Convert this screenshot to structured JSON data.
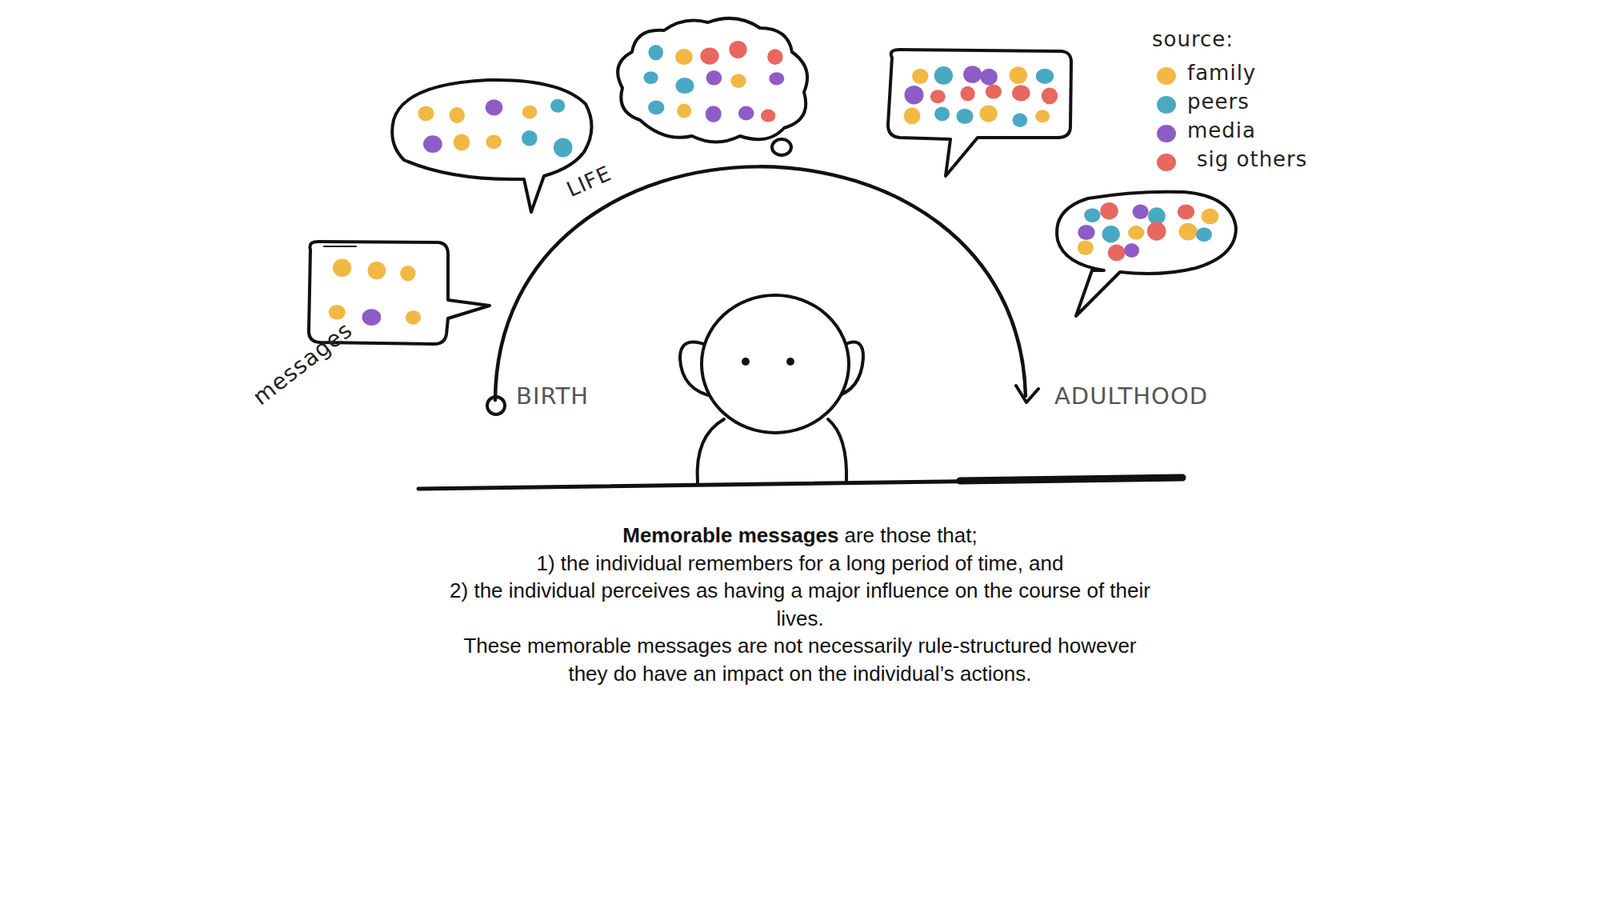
{
  "diagram": {
    "labels": [
      "LIFE",
      "messages",
      "BIRTH",
      "ADULTHOOD",
      "source:",
      "Memorable messages",
      "are those that;",
      "1) the individual remembers for a long period of time, and",
      "2) the individual perceives as having a major influence on the course of their lives.",
      "These memorable messages are not necessarily rule-structured however they do have an impact on the individual’s actions."
    ],
    "legend": [
      {
        "text": "family",
        "color": "#f2b844"
      },
      {
        "text": "peers",
        "color": "#4aa9c2"
      },
      {
        "text": "media",
        "color": "#8e5cc6"
      },
      {
        "text": "sig others",
        "color": "#e8675f"
      }
    ]
  }
}
